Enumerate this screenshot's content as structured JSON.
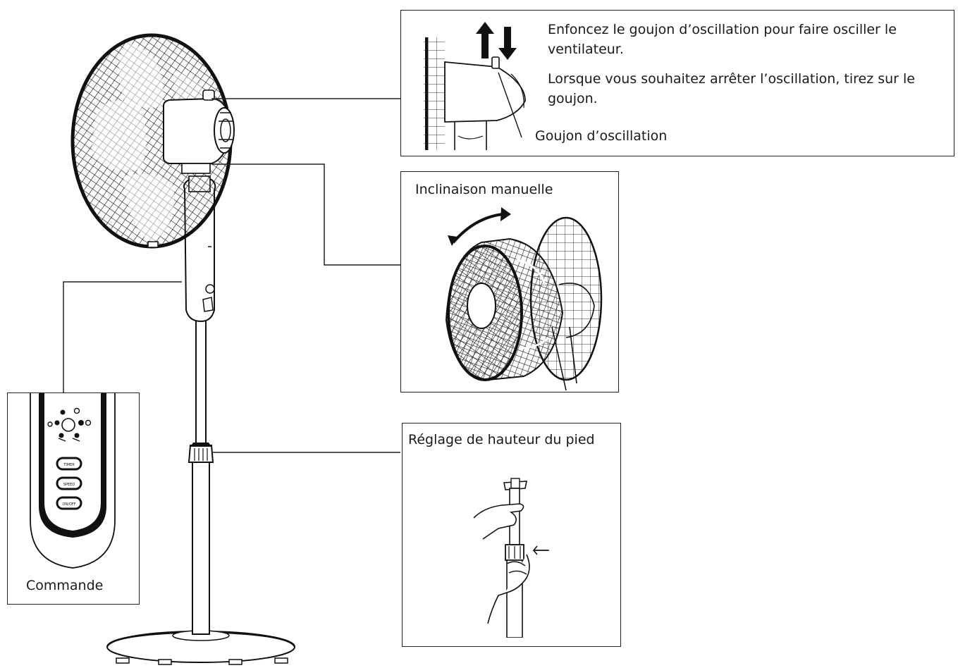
{
  "oscillation": {
    "instruction_1": "Enfoncez le goujon d’oscillation pour faire osciller le ventilateur.",
    "instruction_2": "Lorsque vous souhaitez arrêter l’oscillation, tirez sur le goujon.",
    "pin_label": "Goujon d’oscillation"
  },
  "tilt": {
    "label": "Inclinaison manuelle"
  },
  "height": {
    "label": "Réglage de hauteur du pied"
  },
  "control": {
    "label": "Commande",
    "buttons": [
      "TIMER",
      "SPEED",
      "ON/OFF"
    ]
  }
}
